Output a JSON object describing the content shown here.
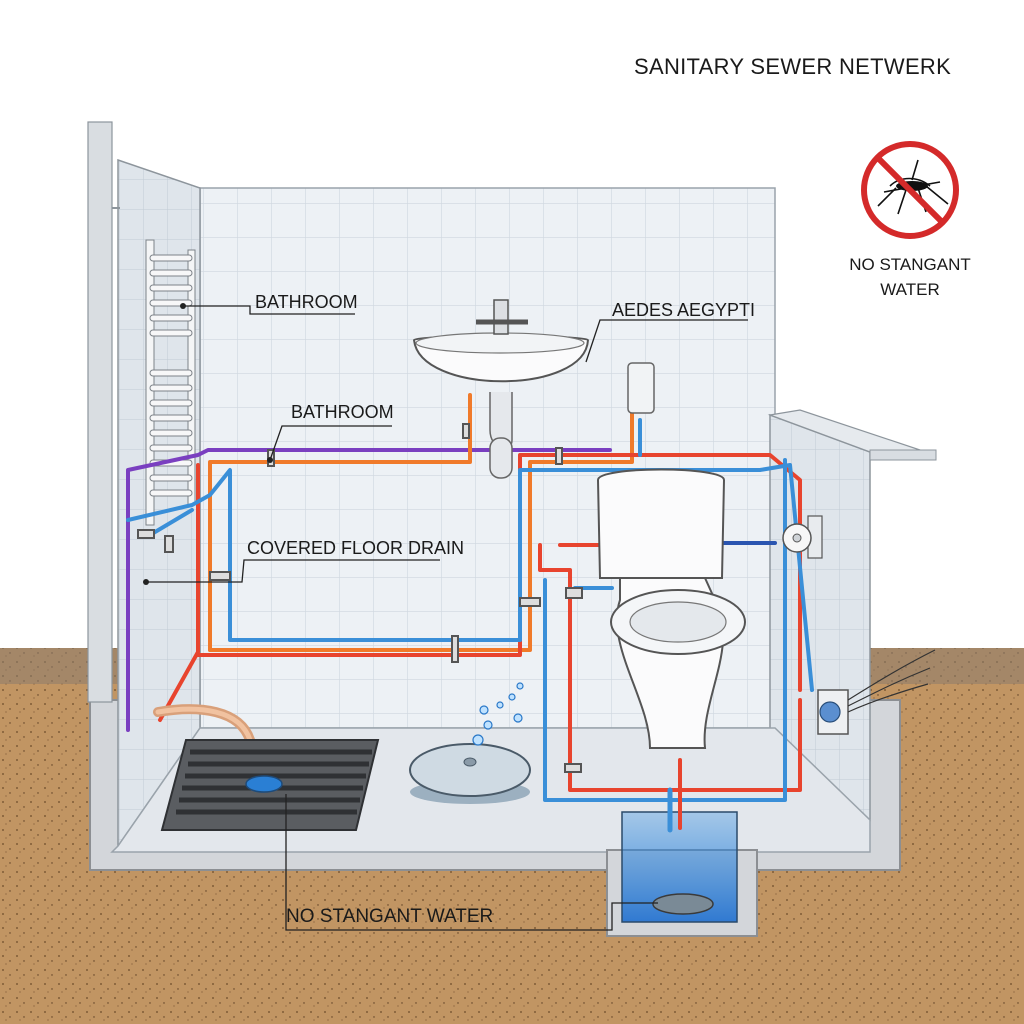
{
  "title": "SANITARY SEWER NETWERK",
  "labels": {
    "bathroom_upper": "BATHROOM",
    "bathroom_lower": "BATHROOM",
    "aedes": "AEDES AEGYPTI",
    "covered_floor_drain": "COVERED FLOOR DRAIN",
    "no_stagnant_bottom": "NO STANGANT WATER"
  },
  "warning": {
    "line1": "NO STANGANT",
    "line2": "WATER",
    "icon": "no-mosquito-icon"
  },
  "colors": {
    "hot_pipe": "#e8442e",
    "cold_pipe": "#3a8fd8",
    "drain_pipe": "#7a3fc0",
    "orange_pipe": "#f07a2a",
    "soil": "#b98a5a",
    "tile": "#e9eef3",
    "warning_red": "#d42a2a"
  }
}
